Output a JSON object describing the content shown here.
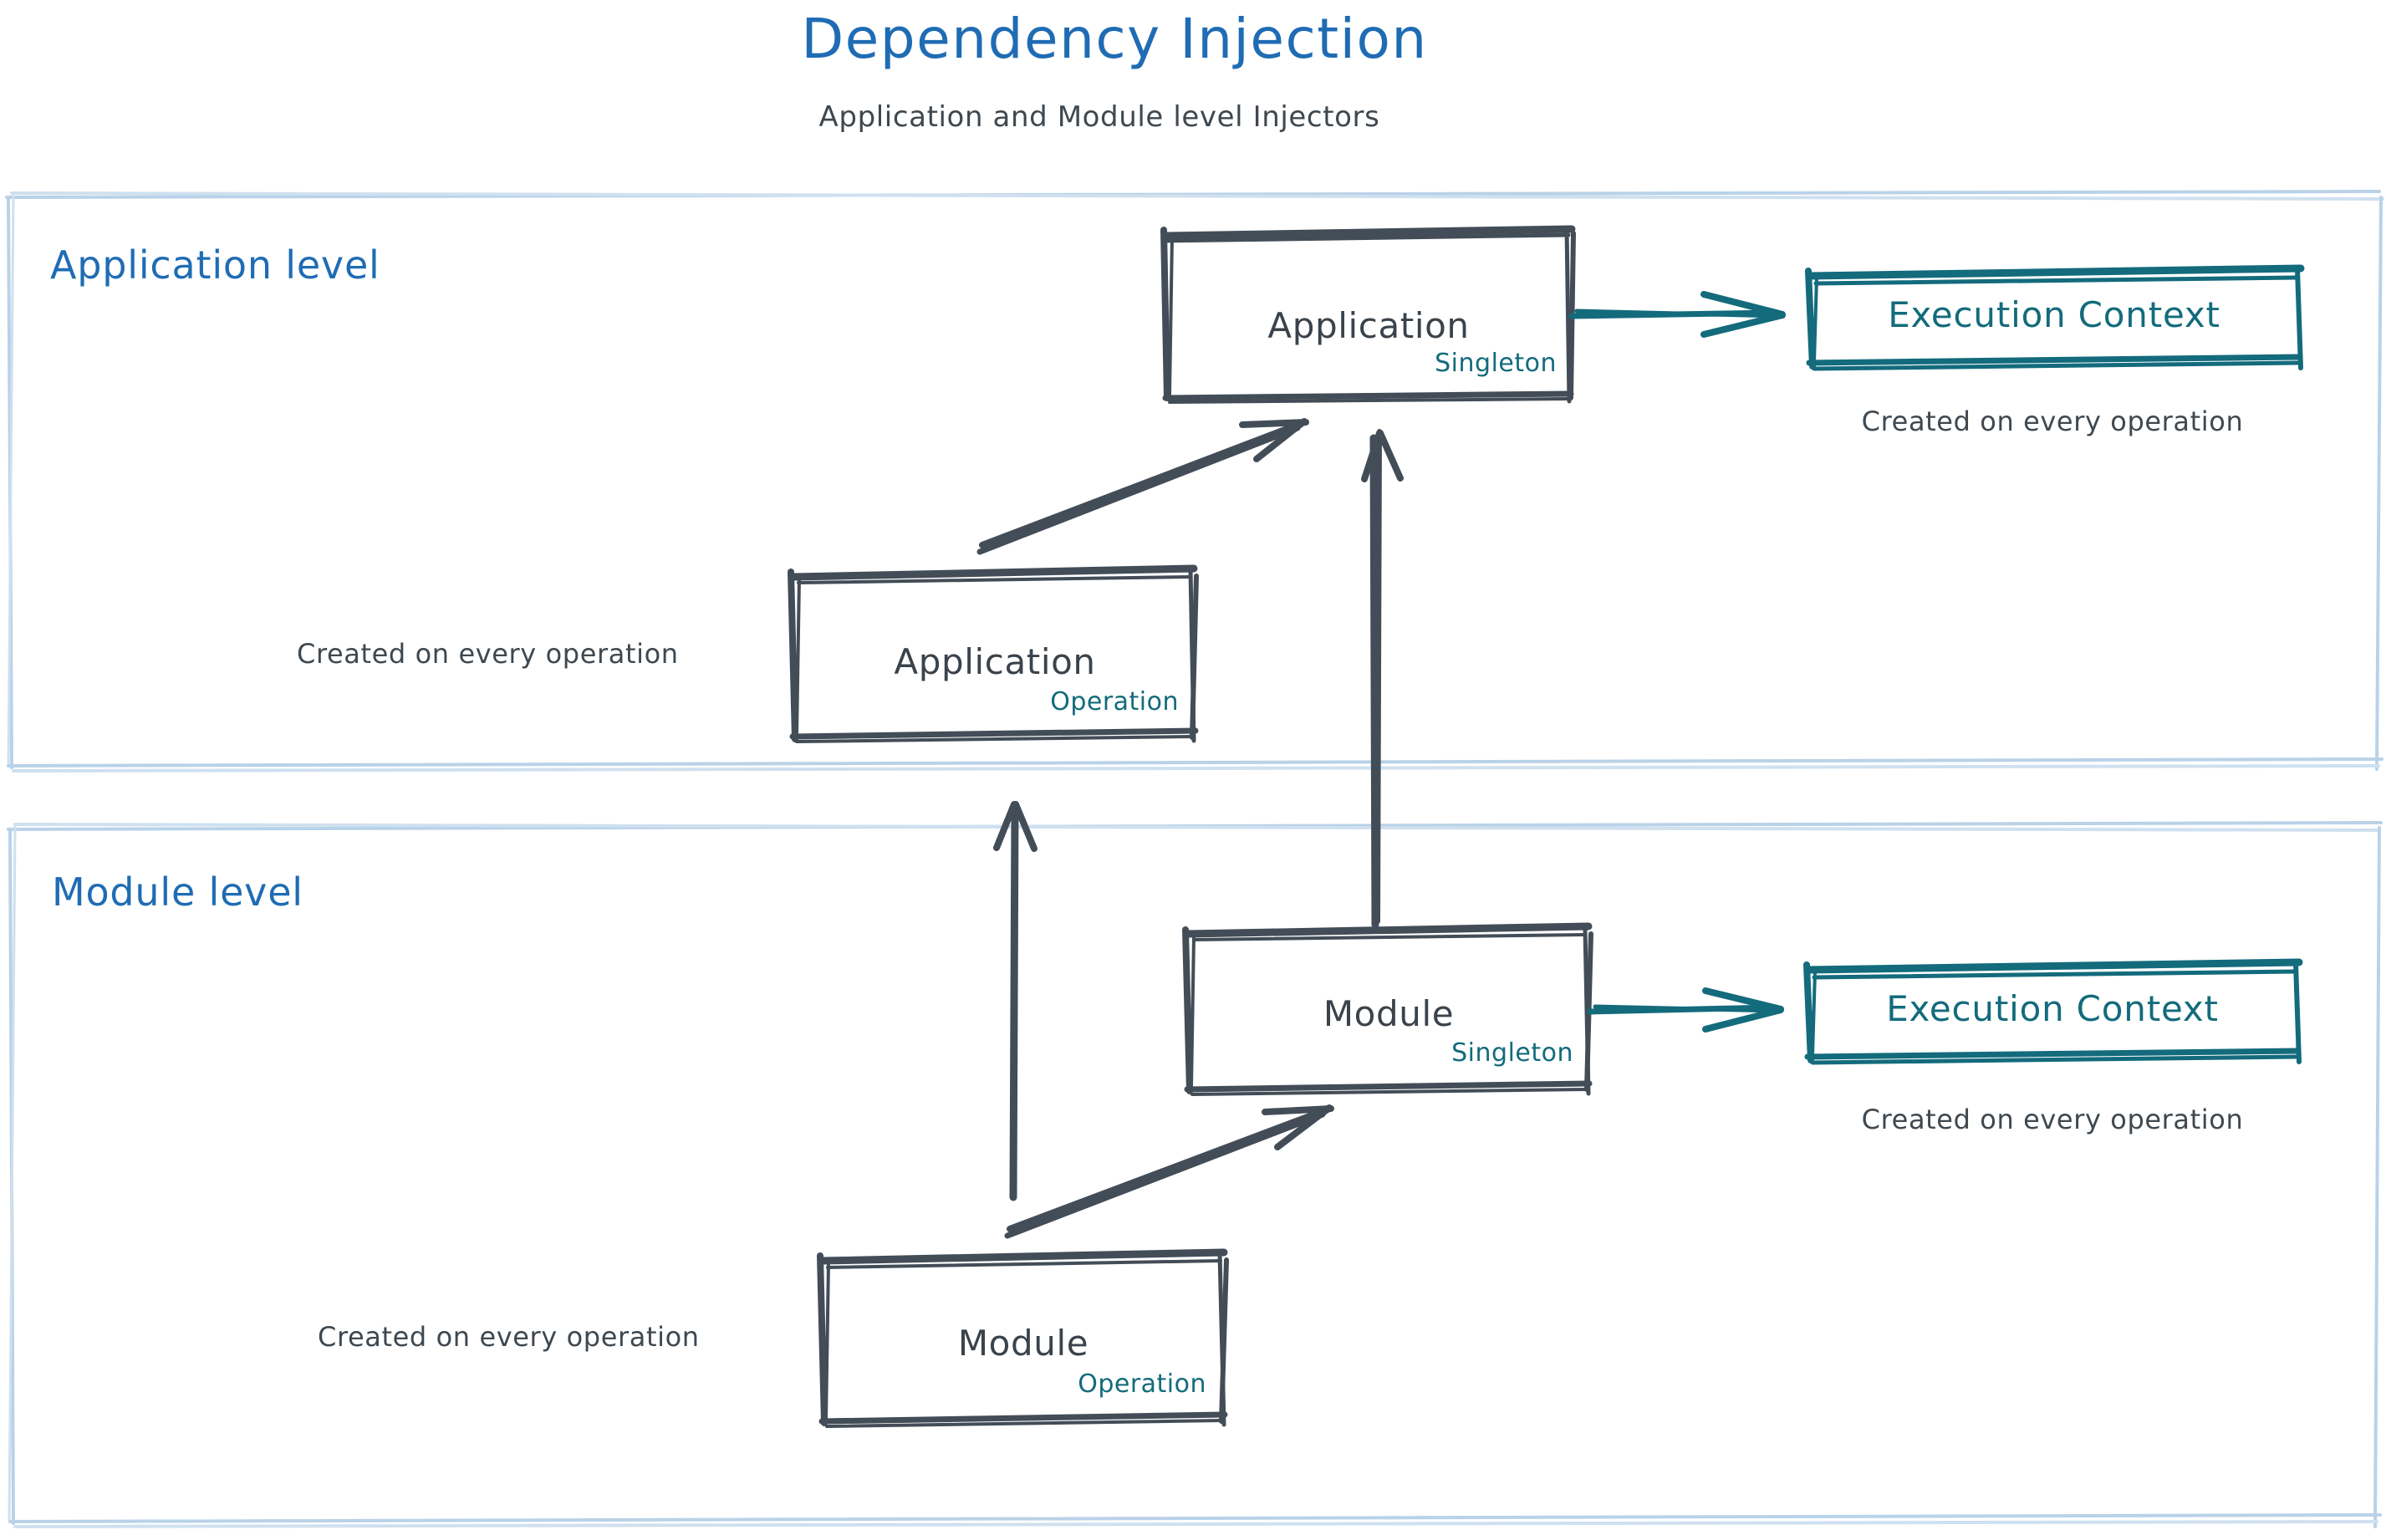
{
  "header": {
    "title": "Dependency Injection",
    "subtitle": "Application and Module level Injectors",
    "title_color": "#1f6cb4",
    "subtitle_color": "#3e4850"
  },
  "theme": {
    "blue": "#1f6cb4",
    "container_border": "#b9d2e8",
    "sketch_dark": "#434d57",
    "teal": "#136b7c",
    "background": "#ffffff"
  },
  "groups": [
    {
      "id": "application-level",
      "label": "Application level"
    },
    {
      "id": "module-level",
      "label": "Module level"
    }
  ],
  "nodes": {
    "application_singleton": {
      "title": "Application",
      "scope": "Singleton"
    },
    "application_operation": {
      "title": "Application",
      "scope": "Operation"
    },
    "module_singleton": {
      "title": "Module",
      "scope": "Singleton"
    },
    "module_operation": {
      "title": "Module",
      "scope": "Operation"
    },
    "execution_context_app": {
      "title": "Execution Context"
    },
    "execution_context_module": {
      "title": "Execution Context"
    }
  },
  "notes": {
    "app_context_note": "Created on every operation",
    "app_operation_note": "Created on every operation",
    "module_context_note": "Created on every operation",
    "module_operation_note": "Created on every operation"
  }
}
